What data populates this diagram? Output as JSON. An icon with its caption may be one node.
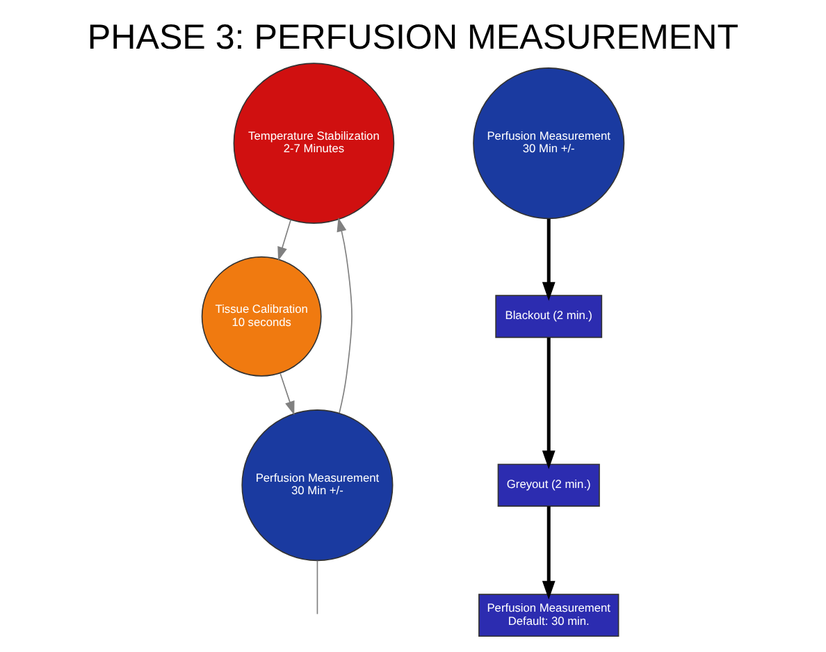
{
  "diagram": {
    "title": "PHASE 3: PERFUSION MEASUREMENT",
    "nodes": [
      {
        "text": [
          "Temperature Stabilization",
          "2-7 Minutes"
        ]
      },
      {
        "text": [
          "Tissue Calibration",
          "10 seconds"
        ]
      },
      {
        "text": [
          "Perfusion Measurement",
          "30 Min +/-"
        ]
      },
      {
        "text": [
          "Perfusion Measurement",
          "30 Min +/-"
        ]
      },
      {
        "text": [
          "Blackout (2 min.)"
        ]
      },
      {
        "text": [
          "Greyout (2 min.)"
        ]
      },
      {
        "text": [
          "Perfusion Measurement",
          "Default: 30 min."
        ]
      }
    ],
    "edges": [
      {
        "from": 0,
        "to": 1,
        "arrow": "to"
      },
      {
        "from": 1,
        "to": 2,
        "arrow": "to"
      },
      {
        "from": 2,
        "to": 0,
        "arrow": "to"
      },
      {
        "from": 2,
        "to": null,
        "arrow": "none"
      },
      {
        "from": 3,
        "to": 4,
        "arrow": "to",
        "style": "thick",
        "color": "#000000"
      },
      {
        "from": 4,
        "to": 5,
        "arrow": "to",
        "style": "thick",
        "color": "#000000"
      },
      {
        "from": 5,
        "to": 6,
        "arrow": "to",
        "style": "thick",
        "color": "#000000"
      }
    ]
  }
}
